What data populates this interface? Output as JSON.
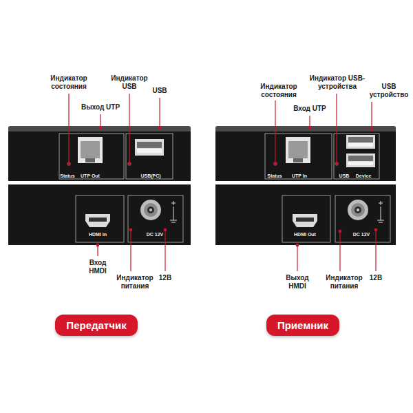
{
  "diagram": {
    "nodes": [
      {
        "text": [
          "Status",
          "UTP Out",
          "USB(PC)"
        ]
      },
      {
        "text": [
          "Status",
          "UTP In",
          "USB",
          "Device"
        ]
      },
      {
        "text": [
          "HDMI In",
          "DC 12V"
        ]
      },
      {
        "text": [
          "HDMI Out",
          "DC 12V"
        ]
      },
      {
        "text": [
          "Передатчик"
        ]
      },
      {
        "text": [
          "Приемник"
        ]
      }
    ],
    "labels": [
      "Индикатор состояния",
      "Индикатор USB",
      "USB",
      "Выход UTP",
      "Индикатор состояния",
      "Индикатор USB-устройства",
      "USB устройство",
      "Вход UTP",
      "Вход HMDI",
      "Индикатор питания",
      "12В",
      "Выход HMDI",
      "Индикатор питания",
      "12В"
    ]
  }
}
